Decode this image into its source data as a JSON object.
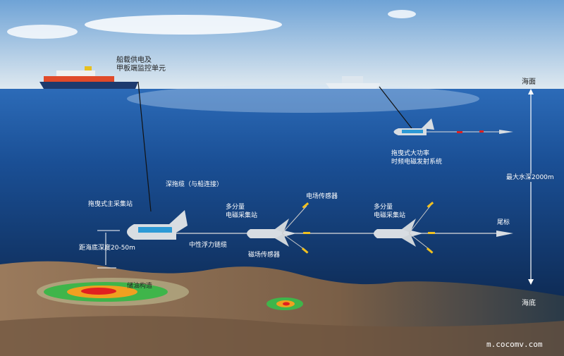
{
  "labels": {
    "ship_unit_line1": "船载供电及",
    "ship_unit_line2": "甲板端监控单元",
    "deep_tow_cable": "深拖缆（与船连接）",
    "main_station": "拖曳式主采集站",
    "seabed_distance": "距海底深度20-50m",
    "neutral_cable": "中性浮力链缆",
    "station1_line1": "多分量",
    "station1_line2": "电磁采集站",
    "electric_sensor": "电场传感器",
    "magnetic_sensor": "磁场传感器",
    "station2_line1": "多分量",
    "station2_line2": "电磁采集站",
    "tail_buoy": "尾标",
    "transmitter_line1": "拖曳式大功率",
    "transmitter_line2": "时频电磁发射系统",
    "max_depth": "最大水深2000m",
    "sea_surface": "海面",
    "seabed": "海底",
    "oil_structure": "储油构造",
    "watermark": "m.cocomv.com"
  },
  "colors": {
    "sky": "#8fb9df",
    "sea": "#123d7a",
    "seabed": "#8a6e52",
    "oil_red": "#e02020",
    "oil_orange": "#f0a020",
    "oil_green": "#3fb54a"
  }
}
